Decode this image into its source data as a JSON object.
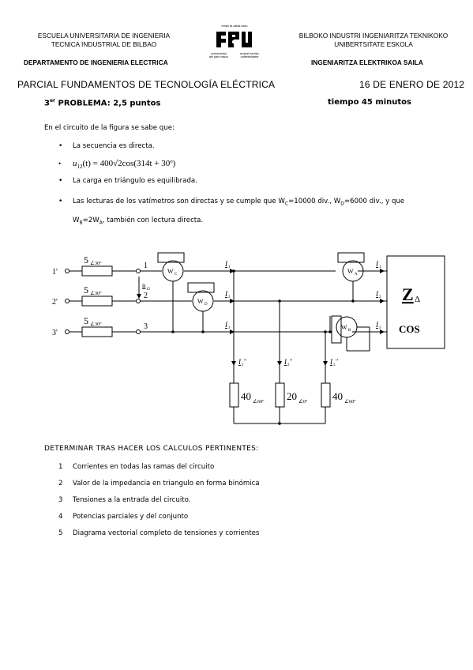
{
  "header": {
    "left_line1": "ESCUELA UNIVERSITARIA DE INGENIERIA",
    "left_line2": "TECNICA INDUSTRIAL DE BILBAO",
    "left_dept": "DEPARTAMENTO DE INGENIERIA ELECTRICA",
    "logo_top": "eman ta zabal zazu",
    "logo_left1": "universidad",
    "logo_left2": "del país vasco",
    "logo_right1": "euskal herriko",
    "logo_right2": "unibertsitatea",
    "right_line1": "BILBOKO INDUSTRI INGENIARITZA TEKNIKOKO",
    "right_line2": "UNIBERTSITATE ESKOLA",
    "right_dept": "INGENIARITZA ELEKTRIKOA SAILA"
  },
  "exam": {
    "title": "PARCIAL  FUNDAMENTOS DE TECNOLOGÍA ELÉCTRICA",
    "date": "16 DE ENERO DE 2012",
    "problem_num": "3",
    "problem_sup": "er",
    "problem": "PROBLEMA: 2,5 puntos",
    "time": "tiempo  45 minutos"
  },
  "statement": {
    "intro": "En el circuito de la figura se sabe que:",
    "bullet1": "La secuencia es directa.",
    "bullet2_lhs": "u",
    "bullet2_sub": "12",
    "bullet2_rhs": "(t) = 400√2cos(314t + 30º)",
    "bullet3": "La carga en triángulo es equilibrada.",
    "bullet4_a": "Las lecturas de los vatímetros son directas y se cumple que W",
    "bullet4_b": "C",
    "bullet4_c": "=10000 div., W",
    "bullet4_d": "D",
    "bullet4_e": "=6000 div., y que",
    "bullet4_f": "W",
    "bullet4_g": "B",
    "bullet4_h": "=2W",
    "bullet4_i": "A",
    "bullet4_j": ", también con lectura directa."
  },
  "circuit": {
    "terminals": [
      "1'",
      "2'",
      "3'"
    ],
    "line_impedance": "5",
    "line_impedance_angle": "∠30º",
    "nodes": [
      "1",
      "2",
      "3"
    ],
    "voltage_label": "u",
    "voltage_sub": "12",
    "wattmeters": [
      "W",
      "W",
      "W",
      "W"
    ],
    "wattmeter_subs": [
      "C",
      "D",
      "A",
      "B"
    ],
    "currents": [
      "I",
      "I",
      "I"
    ],
    "current_subs": [
      "1",
      "2",
      "3"
    ],
    "branch_currents": [
      "I",
      "I",
      "I"
    ],
    "branch_current_subs": [
      "1",
      "2",
      "3"
    ],
    "branch_current_primes": [
      "\"",
      "\"",
      "\""
    ],
    "branch_impedances": [
      "40",
      "20",
      "40"
    ],
    "branch_angles": [
      "∠60º",
      "∠0º",
      "∠60º"
    ],
    "load_z": "Z",
    "load_delta": "Δ",
    "load_cos": "COS"
  },
  "tasks": {
    "heading": "DETERMINAR TRAS HACER LOS CALCULOS PERTINENTES:",
    "items": [
      {
        "n": "1",
        "text": "Corrientes en todas las ramas del circuito"
      },
      {
        "n": "2",
        "text": "Valor de la impedancia en triangulo en forma binómica"
      },
      {
        "n": "3",
        "text": "Tensiones a la entrada del circuito."
      },
      {
        "n": "4",
        "text": "Potencias parciales y del conjunto"
      },
      {
        "n": "5",
        "text": "Diagrama vectorial completo de tensiones y corrientes"
      }
    ]
  }
}
